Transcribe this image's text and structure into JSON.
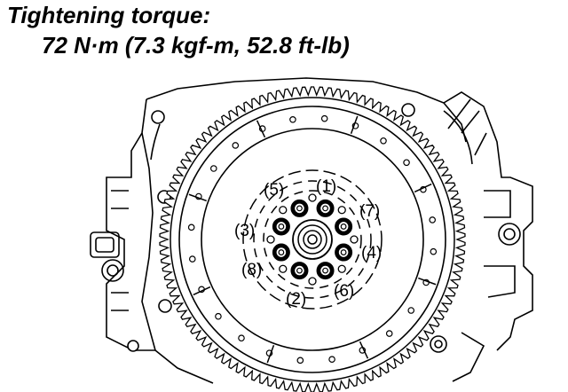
{
  "header": {
    "line1": "Tightening torque:",
    "line2": "72 N·m (7.3 kgf-m, 52.8 ft-lb)"
  },
  "diagram": {
    "bolt_labels": [
      "(1)",
      "(2)",
      "(3)",
      "(4)",
      "(5)",
      "(6)",
      "(7)",
      "(8)"
    ],
    "bolt_count": 8,
    "ring_gear_teeth": 110,
    "line_color": "#000000",
    "fill_color": "#ffffff"
  }
}
